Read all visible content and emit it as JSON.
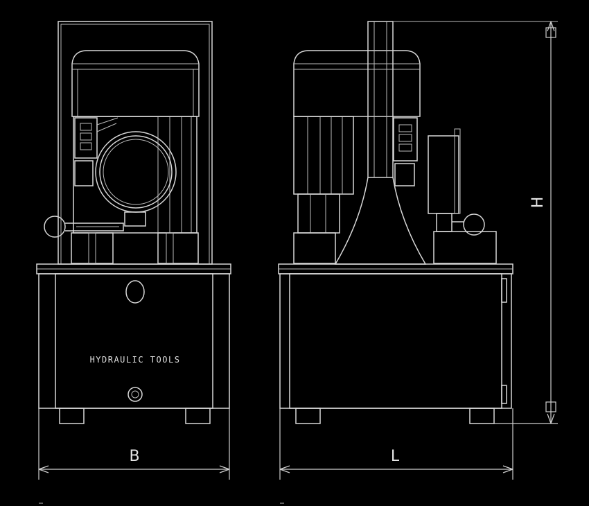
{
  "drawing": {
    "background": "#000000",
    "line_color": "#d8d8d8",
    "front_view": {
      "name": "front-view",
      "tank_label": "HYDRAULIC TOOLS",
      "width_dimension": "B"
    },
    "side_view": {
      "name": "side-view",
      "length_dimension": "L",
      "height_dimension": "H"
    }
  }
}
